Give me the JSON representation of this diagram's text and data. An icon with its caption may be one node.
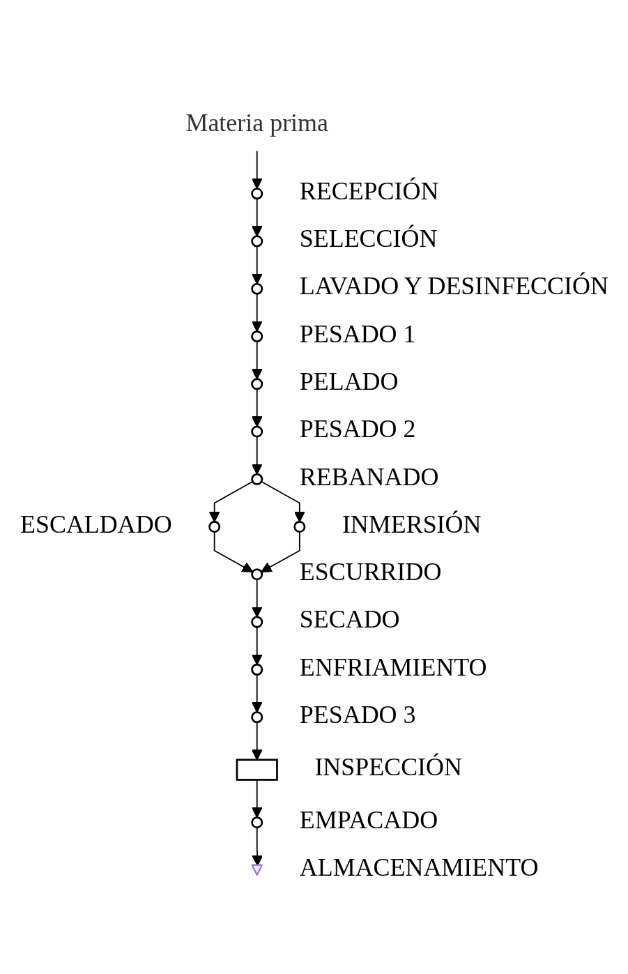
{
  "diagram": {
    "nodes": [
      {
        "text": [
          "Materia prima"
        ]
      },
      {
        "text": [],
        "shape": "circle",
        "beside": [
          "RECEPCIÓN"
        ]
      },
      {
        "text": [],
        "shape": "circle",
        "beside": [
          "SELECCIÓN"
        ]
      },
      {
        "text": [],
        "shape": "circle",
        "beside": [
          "LAVADO Y DESINFECCIÓN"
        ]
      },
      {
        "text": [],
        "shape": "circle",
        "beside": [
          "PESADO 1"
        ]
      },
      {
        "text": [],
        "shape": "circle",
        "beside": [
          "PELADO"
        ]
      },
      {
        "text": [],
        "shape": "circle",
        "beside": [
          "PESADO 2"
        ]
      },
      {
        "text": [],
        "shape": "circle",
        "beside": [
          "REBANADO"
        ]
      },
      {
        "text": [],
        "shape": "circle",
        "beside": [
          "ESCALDADO"
        ]
      },
      {
        "text": [],
        "shape": "circle",
        "beside": [
          "INMERSIÓN"
        ]
      },
      {
        "text": [],
        "shape": "circle",
        "beside": [
          "ESCURRIDO"
        ]
      },
      {
        "text": [],
        "shape": "circle",
        "beside": [
          "SECADO"
        ]
      },
      {
        "text": [],
        "shape": "circle",
        "beside": [
          "ENFRIAMIENTO"
        ]
      },
      {
        "text": [],
        "shape": "circle",
        "beside": [
          "PESADO 3"
        ]
      },
      {
        "text": [],
        "shape": "box",
        "beside": [
          "INSPECCIÓN"
        ]
      },
      {
        "text": [],
        "shape": "circle",
        "beside": [
          "EMPACADO"
        ]
      },
      {
        "text": [],
        "shape": "triangle",
        "beside": [
          "ALMACENAMIENTO"
        ]
      }
    ],
    "edges": [
      {
        "from": 0,
        "to": 1,
        "arrow": "to"
      },
      {
        "from": 1,
        "to": 2,
        "arrow": "to"
      },
      {
        "from": 2,
        "to": 3,
        "arrow": "to"
      },
      {
        "from": 3,
        "to": 4,
        "arrow": "to"
      },
      {
        "from": 4,
        "to": 5,
        "arrow": "to"
      },
      {
        "from": 5,
        "to": 6,
        "arrow": "to"
      },
      {
        "from": 6,
        "to": 7,
        "arrow": "to"
      },
      {
        "from": 7,
        "to": 8,
        "arrow": "to"
      },
      {
        "from": 7,
        "to": 9,
        "arrow": "to"
      },
      {
        "from": 8,
        "to": 10,
        "arrow": "to"
      },
      {
        "from": 9,
        "to": 10,
        "arrow": "to"
      },
      {
        "from": 10,
        "to": 11,
        "arrow": "to"
      },
      {
        "from": 11,
        "to": 12,
        "arrow": "to"
      },
      {
        "from": 12,
        "to": 13,
        "arrow": "to"
      },
      {
        "from": 13,
        "to": 14,
        "arrow": "to"
      },
      {
        "from": 14,
        "to": 15,
        "arrow": "to"
      },
      {
        "from": 15,
        "to": 16,
        "arrow": "to"
      }
    ]
  }
}
